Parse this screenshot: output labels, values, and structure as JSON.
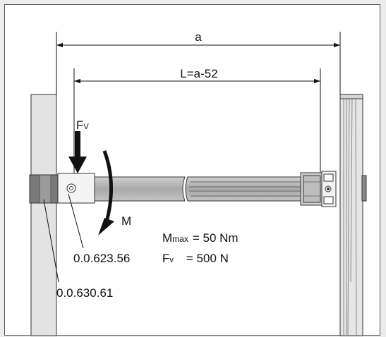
{
  "dimensions": {
    "overall_label": "a",
    "length_label": "L=a-52"
  },
  "loads": {
    "force_label": "F",
    "force_sub": "V",
    "moment_label": "M"
  },
  "specs": {
    "mmax_label": "M",
    "mmax_sub": "max",
    "mmax_value": "= 50 Nm",
    "fv_label": "F",
    "fv_sub": "v",
    "fv_value": "= 500 N"
  },
  "parts": {
    "part_a": "0.0.623.56",
    "part_b": "0.0.630.61"
  },
  "colors": {
    "post_fill": "#e3e3e3",
    "bar_fill": "#b4b4b4",
    "dark_block": "#7a7a7a",
    "line": "#111111"
  }
}
